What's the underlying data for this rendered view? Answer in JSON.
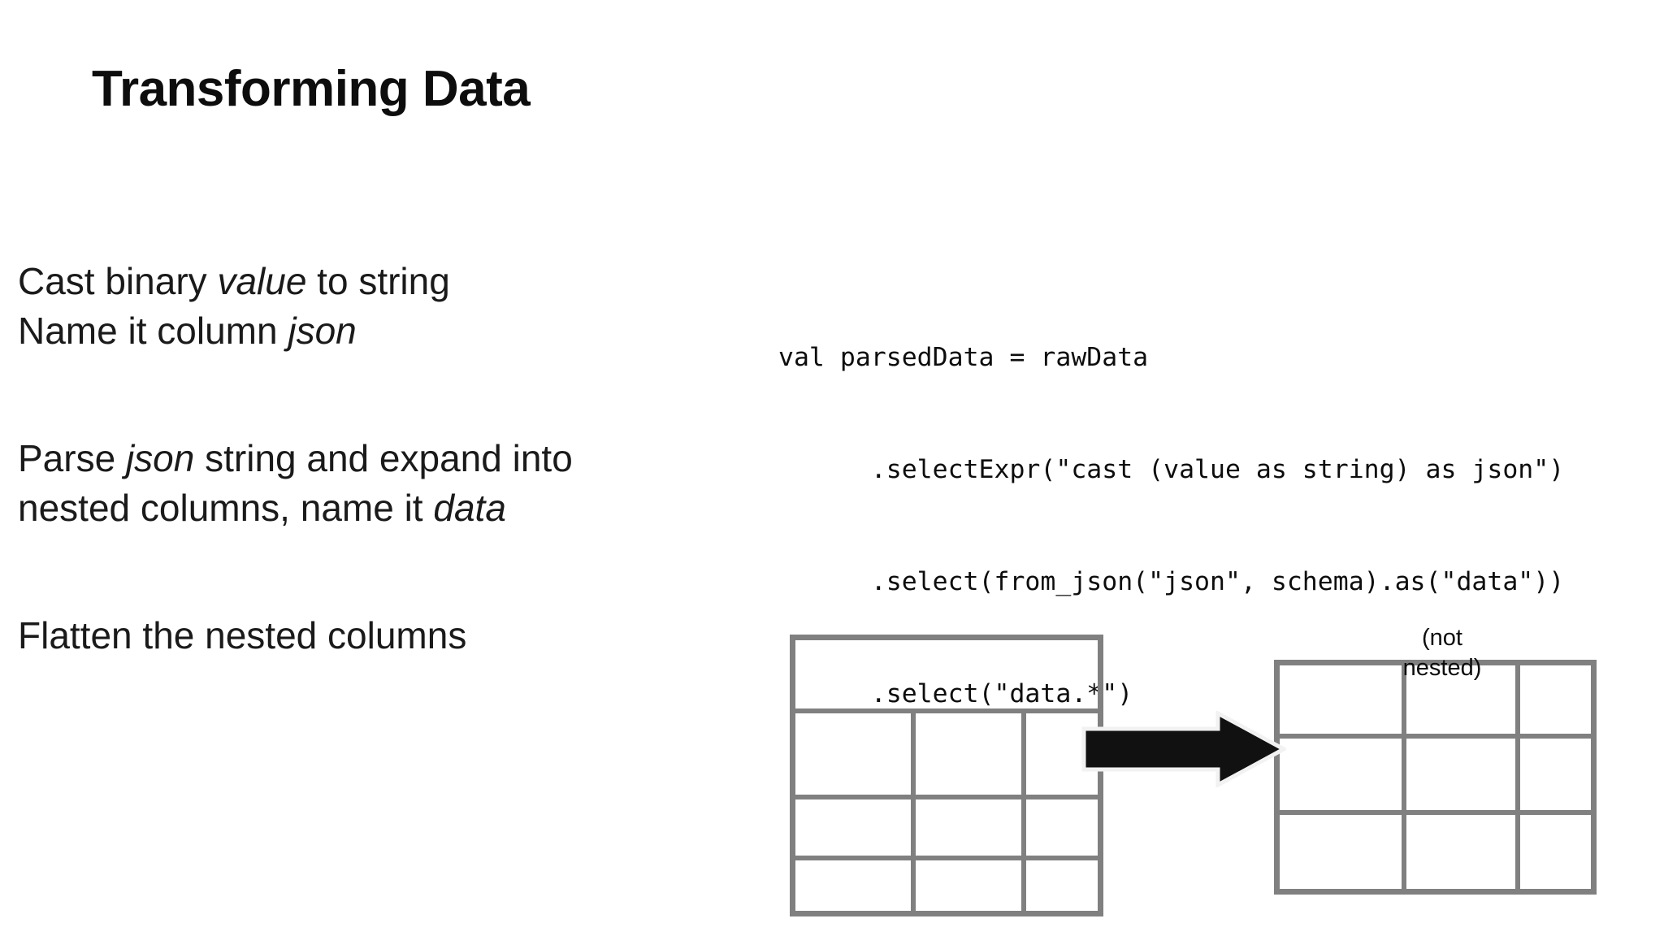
{
  "slide": {
    "title": "Transforming Data",
    "background_color": "#ffffff",
    "text_color": "#1a1a1a"
  },
  "body": {
    "block1": {
      "line1_pre": "Cast binary ",
      "line1_em": "value",
      "line1_post": " to string",
      "line2_pre": "Name it column ",
      "line2_em": "json",
      "line2_post": ""
    },
    "block2": {
      "line1_pre": "Parse ",
      "line1_em": "json",
      "line1_post": " string and expand into",
      "line2_pre": "nested columns, name it ",
      "line2_em": "data",
      "line2_post": ""
    },
    "block3": {
      "line1_pre": "Flatten the nested columns",
      "line1_em": "",
      "line1_post": ""
    }
  },
  "code": {
    "language": "scala",
    "line1": "val parsedData = rawData",
    "line2": "      .selectExpr(\"cast (value as string) as json\")",
    "line3": "      .select(from_json(\"json\", schema).as(\"data\"))",
    "line4": "      .select(\"data.*\")"
  },
  "diagram": {
    "nested_table": {
      "name": "nested-table",
      "rows": 4,
      "columns": 3,
      "header_full_width": true,
      "border_color": "#808080"
    },
    "arrow": {
      "name": "transform-arrow",
      "direction": "right",
      "fill_color": "#111111",
      "outline_color": "#f2f2f2"
    },
    "flat_table": {
      "name": "flat-table",
      "rows": 3,
      "columns": 3,
      "border_color": "#808080",
      "annotation_line1": "(not",
      "annotation_line2": "nested)"
    }
  }
}
